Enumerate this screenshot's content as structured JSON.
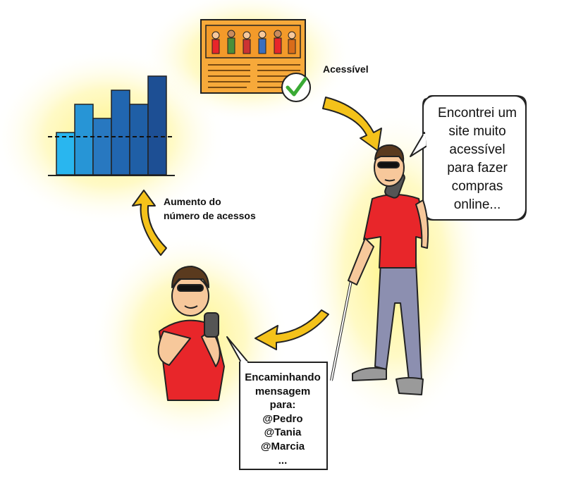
{
  "labels": {
    "accessible": "Acessível",
    "increase_line1": "Aumento do",
    "increase_line2": "número de acessos"
  },
  "speech_bubble": {
    "lines": [
      "Encontrei um",
      "site muito",
      "acessível",
      "para fazer",
      "compras",
      "online..."
    ]
  },
  "forward_box": {
    "lines": [
      "Encaminhando",
      "mensagem",
      "para:",
      "@Pedro",
      "@Tania",
      "@Marcia",
      "..."
    ]
  },
  "chart_data": {
    "type": "bar",
    "values": [
      3,
      5,
      4,
      6,
      5,
      7
    ],
    "reference_line": 3,
    "colors": [
      "#29b6ef",
      "#2795d6",
      "#2878c0",
      "#2166b0",
      "#1f5fa6",
      "#1d4f94"
    ]
  },
  "colors": {
    "glow": "#fff27a",
    "shirt": "#e8262a",
    "pants": "#8c8fb0",
    "skin": "#f7c89b",
    "hair": "#5a3a1e",
    "arrow": "#f4c21a",
    "check": "#3aaa35",
    "webpage": "#f7a93a"
  },
  "icons": {
    "check": "check-icon",
    "arrow": "curved-arrow-icon",
    "phone": "phone-icon",
    "cane": "white-cane-icon"
  }
}
